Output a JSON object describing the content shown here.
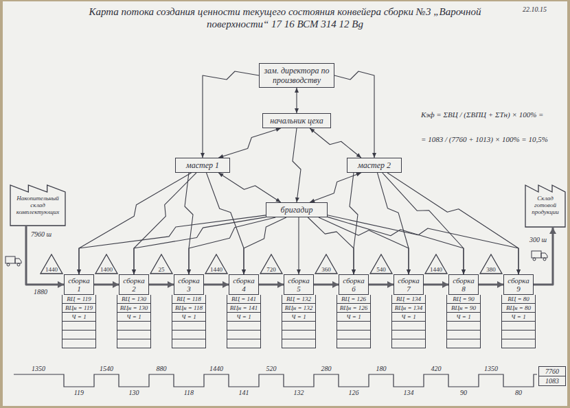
{
  "diagram": {
    "title": "Карта потока создания ценности текущего состояния конвейера сборки №3 „Варочной поверхности“ 17 16 ВСМ 314 12 Bg",
    "nodes": [
      {
        "text": [
          "зам. директора по производству"
        ]
      },
      {
        "text": [
          "начальник цеха"
        ]
      },
      {
        "text": [
          "мастер 1"
        ]
      },
      {
        "text": [
          "мастер 2"
        ]
      },
      {
        "text": [
          "бригадир"
        ]
      },
      {
        "text": [
          "Накопительный склад комплектующих"
        ]
      },
      {
        "text": [
          "Склад готовой продукции"
        ]
      },
      {
        "text": [
          "1440"
        ]
      },
      {
        "text": [
          "сборка 1"
        ]
      },
      {
        "text": [
          "ВЦ = 119",
          "ВЦн = 119",
          "Ч = 1"
        ]
      },
      {
        "text": [
          "1400"
        ]
      },
      {
        "text": [
          "сборка 2"
        ]
      },
      {
        "text": [
          "ВЦ = 130",
          "ВЦн = 130",
          "Ч = 1"
        ]
      },
      {
        "text": [
          "25"
        ]
      },
      {
        "text": [
          "сборка 3"
        ]
      },
      {
        "text": [
          "ВЦ = 118",
          "ВЦн = 118",
          "Ч = 1"
        ]
      },
      {
        "text": [
          "1440"
        ]
      },
      {
        "text": [
          "сборка 4"
        ]
      },
      {
        "text": [
          "ВЦ = 141",
          "ВЦн = 141",
          "Ч = 1"
        ]
      },
      {
        "text": [
          "720"
        ]
      },
      {
        "text": [
          "сборка 5"
        ]
      },
      {
        "text": [
          "ВЦ = 132",
          "ВЦн = 132",
          "Ч = 1"
        ]
      },
      {
        "text": [
          "360"
        ]
      },
      {
        "text": [
          "сборка 6"
        ]
      },
      {
        "text": [
          "ВЦ = 126",
          "ВЦн = 126",
          "Ч = 1"
        ]
      },
      {
        "text": [
          "540"
        ]
      },
      {
        "text": [
          "сборка 7"
        ]
      },
      {
        "text": [
          "ВЦ = 134",
          "ВЦн = 134",
          "Ч = 1"
        ]
      },
      {
        "text": [
          "1440"
        ]
      },
      {
        "text": [
          "сборка 8"
        ]
      },
      {
        "text": [
          "ВЦ = 90",
          "ВЦн = 90",
          "Ч = 1"
        ]
      },
      {
        "text": [
          "380"
        ]
      },
      {
        "text": [
          "сборка 9"
        ]
      },
      {
        "text": [
          "ВЦ = 80",
          "ВЦн = 80",
          "Ч = 1"
        ]
      },
      {
        "text": [
          "7760",
          "1083"
        ]
      }
    ],
    "edges": [
      {
        "from": 0,
        "to": 1,
        "arrow": "both"
      },
      {
        "from": 0,
        "to": 2,
        "arrow": "to"
      },
      {
        "from": 0,
        "to": 3,
        "arrow": "to"
      },
      {
        "from": 1,
        "to": 2,
        "arrow": "both"
      },
      {
        "from": 1,
        "to": 3,
        "arrow": "both"
      },
      {
        "from": 1,
        "to": 4,
        "arrow": "to"
      },
      {
        "from": 2,
        "to": 4,
        "arrow": "both"
      },
      {
        "from": 3,
        "to": 4,
        "arrow": "both"
      },
      {
        "from": 2,
        "to": 8,
        "arrow": "to"
      },
      {
        "from": 2,
        "to": 11,
        "arrow": "to"
      },
      {
        "from": 2,
        "to": 14,
        "arrow": "to"
      },
      {
        "from": 2,
        "to": 17,
        "arrow": "to"
      },
      {
        "from": 3,
        "to": 23,
        "arrow": "to"
      },
      {
        "from": 3,
        "to": 26,
        "arrow": "to"
      },
      {
        "from": 3,
        "to": 29,
        "arrow": "to"
      },
      {
        "from": 3,
        "to": 32,
        "arrow": "to"
      },
      {
        "from": 4,
        "to": 8,
        "arrow": "to"
      },
      {
        "from": 4,
        "to": 11,
        "arrow": "to"
      },
      {
        "from": 4,
        "to": 14,
        "arrow": "to"
      },
      {
        "from": 4,
        "to": 17,
        "arrow": "to"
      },
      {
        "from": 4,
        "to": 20,
        "arrow": "to"
      },
      {
        "from": 4,
        "to": 23,
        "arrow": "to"
      },
      {
        "from": 4,
        "to": 26,
        "arrow": "to"
      },
      {
        "from": 4,
        "to": 29,
        "arrow": "to"
      },
      {
        "from": 4,
        "to": 32,
        "arrow": "to"
      },
      {
        "from": 5,
        "to": 8,
        "arrow": "to"
      },
      {
        "from": 8,
        "to": 11,
        "arrow": "to"
      },
      {
        "from": 11,
        "to": 14,
        "arrow": "to"
      },
      {
        "from": 14,
        "to": 17,
        "arrow": "to"
      },
      {
        "from": 17,
        "to": 20,
        "arrow": "to"
      },
      {
        "from": 20,
        "to": 23,
        "arrow": "to"
      },
      {
        "from": 23,
        "to": 26,
        "arrow": "to"
      },
      {
        "from": 26,
        "to": 29,
        "arrow": "to"
      },
      {
        "from": 29,
        "to": 32,
        "arrow": "to"
      },
      {
        "from": 32,
        "to": 6,
        "arrow": "to"
      }
    ],
    "labels": [
      "22.10.15",
      "Кэф = ΣВЦ / (ΣВПЦ + ΣТн) × 100% =",
      "= 1083 / (7760 + 1013) × 100% = 10,5%",
      "7960 ш",
      "1880",
      "300 ш",
      "1350",
      "1540",
      "880",
      "1440",
      "520",
      "280",
      "180",
      "420",
      "1350",
      "119",
      "130",
      "118",
      "141",
      "132",
      "126",
      "134",
      "90",
      "80"
    ]
  }
}
